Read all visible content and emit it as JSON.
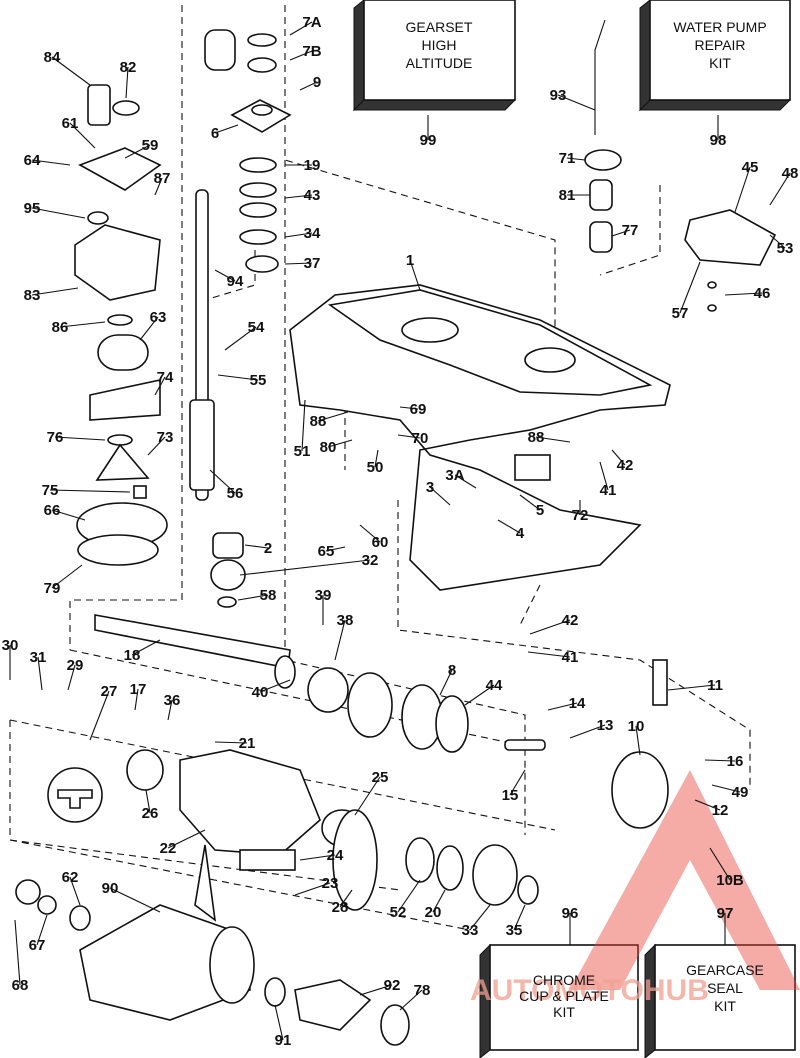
{
  "labels": [
    {
      "id": "7A",
      "text": "7A"
    },
    {
      "id": "7B",
      "text": "7B"
    },
    {
      "id": "9",
      "text": "9"
    },
    {
      "id": "6",
      "text": "6"
    },
    {
      "id": "84",
      "text": "84"
    },
    {
      "id": "82",
      "text": "82"
    },
    {
      "id": "61",
      "text": "61"
    },
    {
      "id": "59",
      "text": "59"
    },
    {
      "id": "64",
      "text": "64"
    },
    {
      "id": "87",
      "text": "87"
    },
    {
      "id": "95",
      "text": "95"
    },
    {
      "id": "83",
      "text": "83"
    },
    {
      "id": "19",
      "text": "19"
    },
    {
      "id": "43",
      "text": "43"
    },
    {
      "id": "34",
      "text": "34"
    },
    {
      "id": "37",
      "text": "37"
    },
    {
      "id": "94",
      "text": "94"
    },
    {
      "id": "54",
      "text": "54"
    },
    {
      "id": "55",
      "text": "55"
    },
    {
      "id": "86",
      "text": "86"
    },
    {
      "id": "63",
      "text": "63"
    },
    {
      "id": "74",
      "text": "74"
    },
    {
      "id": "76",
      "text": "76"
    },
    {
      "id": "73",
      "text": "73"
    },
    {
      "id": "75",
      "text": "75"
    },
    {
      "id": "66",
      "text": "66"
    },
    {
      "id": "79",
      "text": "79"
    },
    {
      "id": "56",
      "text": "56"
    },
    {
      "id": "2",
      "text": "2"
    },
    {
      "id": "32",
      "text": "32"
    },
    {
      "id": "58",
      "text": "58"
    },
    {
      "id": "99",
      "text": "99"
    },
    {
      "id": "93",
      "text": "93"
    },
    {
      "id": "71",
      "text": "71"
    },
    {
      "id": "81",
      "text": "81"
    },
    {
      "id": "77",
      "text": "77"
    },
    {
      "id": "98",
      "text": "98"
    },
    {
      "id": "45",
      "text": "45"
    },
    {
      "id": "48",
      "text": "48"
    },
    {
      "id": "53",
      "text": "53"
    },
    {
      "id": "46",
      "text": "46"
    },
    {
      "id": "57",
      "text": "57"
    },
    {
      "id": "1",
      "text": "1"
    },
    {
      "id": "51",
      "text": "51"
    },
    {
      "id": "88a",
      "text": "88"
    },
    {
      "id": "80",
      "text": "80"
    },
    {
      "id": "50",
      "text": "50"
    },
    {
      "id": "69",
      "text": "69"
    },
    {
      "id": "70",
      "text": "70"
    },
    {
      "id": "88b",
      "text": "88"
    },
    {
      "id": "42a",
      "text": "42"
    },
    {
      "id": "41a",
      "text": "41"
    },
    {
      "id": "3A",
      "text": "3A"
    },
    {
      "id": "3",
      "text": "3"
    },
    {
      "id": "5",
      "text": "5"
    },
    {
      "id": "72",
      "text": "72"
    },
    {
      "id": "4",
      "text": "4"
    },
    {
      "id": "60",
      "text": "60"
    },
    {
      "id": "65",
      "text": "65"
    },
    {
      "id": "42b",
      "text": "42"
    },
    {
      "id": "41b",
      "text": "41"
    },
    {
      "id": "11",
      "text": "11"
    },
    {
      "id": "30",
      "text": "30"
    },
    {
      "id": "31",
      "text": "31"
    },
    {
      "id": "29",
      "text": "29"
    },
    {
      "id": "18",
      "text": "18"
    },
    {
      "id": "39",
      "text": "39"
    },
    {
      "id": "38",
      "text": "38"
    },
    {
      "id": "8",
      "text": "8"
    },
    {
      "id": "44",
      "text": "44"
    },
    {
      "id": "40",
      "text": "40"
    },
    {
      "id": "27",
      "text": "27"
    },
    {
      "id": "17",
      "text": "17"
    },
    {
      "id": "36",
      "text": "36"
    },
    {
      "id": "21",
      "text": "21"
    },
    {
      "id": "14",
      "text": "14"
    },
    {
      "id": "13",
      "text": "13"
    },
    {
      "id": "10",
      "text": "10"
    },
    {
      "id": "16",
      "text": "16"
    },
    {
      "id": "15",
      "text": "15"
    },
    {
      "id": "49",
      "text": "49"
    },
    {
      "id": "12",
      "text": "12"
    },
    {
      "id": "26",
      "text": "26"
    },
    {
      "id": "25",
      "text": "25"
    },
    {
      "id": "22",
      "text": "22"
    },
    {
      "id": "24",
      "text": "24"
    },
    {
      "id": "23",
      "text": "23"
    },
    {
      "id": "10B",
      "text": "10B"
    },
    {
      "id": "62",
      "text": "62"
    },
    {
      "id": "90",
      "text": "90"
    },
    {
      "id": "28",
      "text": "28"
    },
    {
      "id": "52",
      "text": "52"
    },
    {
      "id": "20",
      "text": "20"
    },
    {
      "id": "33",
      "text": "33"
    },
    {
      "id": "35",
      "text": "35"
    },
    {
      "id": "96",
      "text": "96"
    },
    {
      "id": "97",
      "text": "97"
    },
    {
      "id": "67",
      "text": "67"
    },
    {
      "id": "68",
      "text": "68"
    },
    {
      "id": "91",
      "text": "91"
    },
    {
      "id": "92",
      "text": "92"
    },
    {
      "id": "78",
      "text": "78"
    }
  ],
  "kits": {
    "gearset": [
      "GEARSET",
      "HIGH",
      "ALTITUDE"
    ],
    "water_pump": [
      "WATER PUMP",
      "REPAIR",
      "KIT"
    ],
    "chrome": [
      "CHROME",
      "CUP & PLATE",
      "KIT"
    ],
    "gearcase": [
      "GEARCASE",
      "SEAL",
      "KIT"
    ]
  },
  "watermark": "AUTOMOTOHUB",
  "colors": {
    "line": "#111111",
    "watermark": "#e8483a"
  }
}
